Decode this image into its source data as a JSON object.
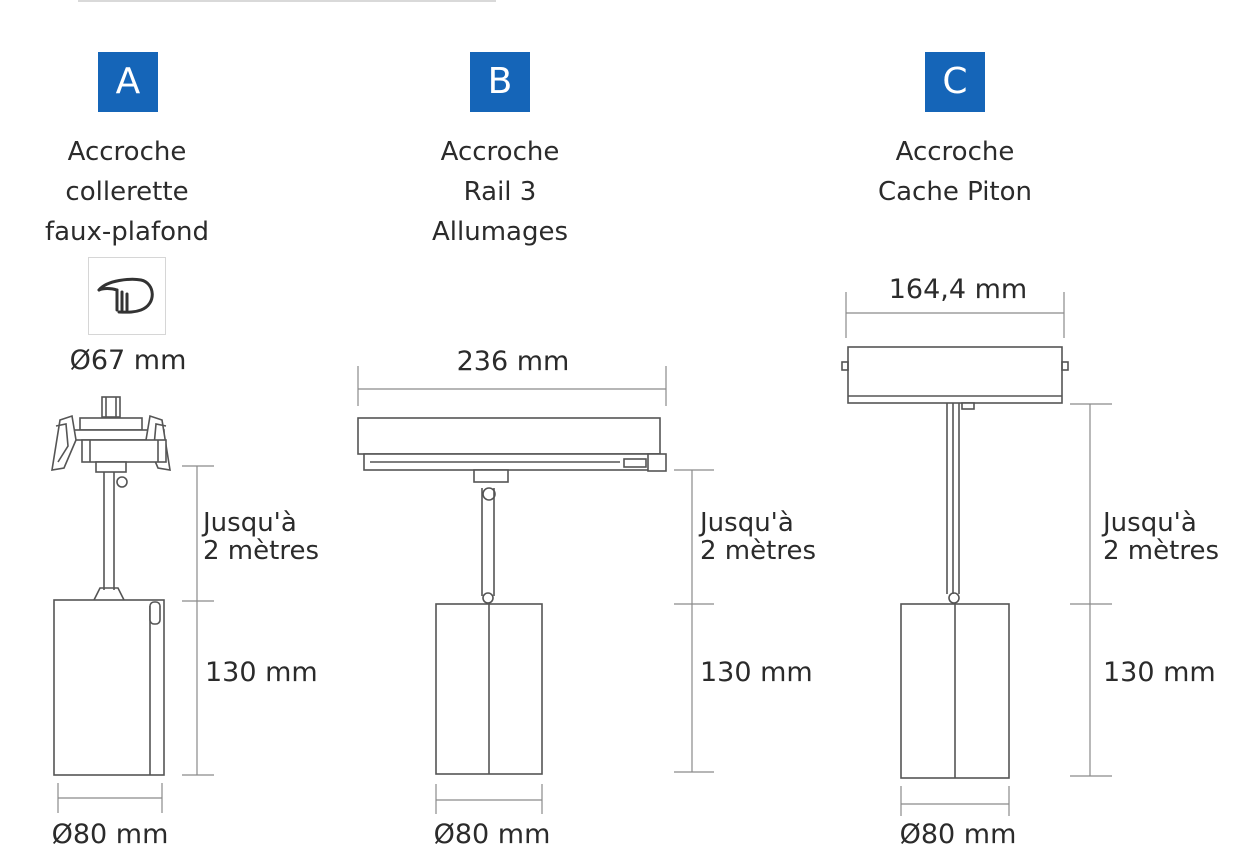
{
  "colors": {
    "badge": "#1565b8",
    "line": "#555555",
    "dim": "#8a8a8a"
  },
  "columns": [
    {
      "letter": "A",
      "title": [
        "Accroche",
        "collerette",
        "faux-plafond"
      ],
      "icon": "hand-pull-icon",
      "top_dim": "Ø67 mm",
      "hang": [
        "Jusqu'à",
        "2 mètres"
      ],
      "body_height": "130 mm",
      "diameter": "Ø80 mm"
    },
    {
      "letter": "B",
      "title": [
        "Accroche",
        "Rail 3",
        "Allumages"
      ],
      "top_dim": "236 mm",
      "hang": [
        "Jusqu'à",
        "2 mètres"
      ],
      "body_height": "130 mm",
      "diameter": "Ø80 mm"
    },
    {
      "letter": "C",
      "title": [
        "Accroche",
        "Cache Piton"
      ],
      "top_dim": "164,4 mm",
      "hang": [
        "Jusqu'à",
        "2 mètres"
      ],
      "body_height": "130 mm",
      "diameter": "Ø80 mm"
    }
  ]
}
